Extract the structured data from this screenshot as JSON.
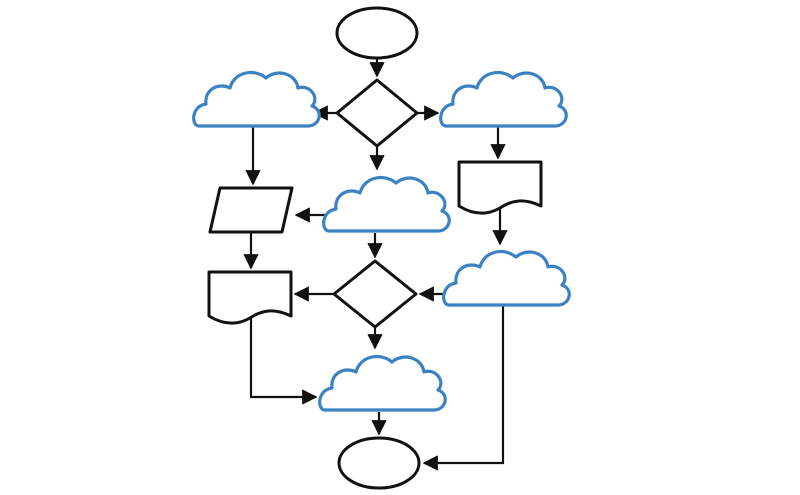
{
  "diagram": {
    "type": "flowchart",
    "colors": {
      "stroke": "#111111",
      "cloud": "#3b82c4",
      "background": "#ffffff"
    },
    "nodes": [
      {
        "id": "start",
        "shape": "ellipse"
      },
      {
        "id": "decision-1",
        "shape": "diamond"
      },
      {
        "id": "cloud-left",
        "shape": "cloud"
      },
      {
        "id": "cloud-right",
        "shape": "cloud"
      },
      {
        "id": "cloud-center",
        "shape": "cloud"
      },
      {
        "id": "parallelogram",
        "shape": "data"
      },
      {
        "id": "document-right",
        "shape": "document"
      },
      {
        "id": "decision-2",
        "shape": "diamond"
      },
      {
        "id": "cloud-right-2",
        "shape": "cloud"
      },
      {
        "id": "document-left",
        "shape": "document"
      },
      {
        "id": "cloud-bottom",
        "shape": "cloud"
      },
      {
        "id": "end",
        "shape": "ellipse"
      }
    ],
    "edges": [
      [
        "start",
        "decision-1"
      ],
      [
        "decision-1",
        "cloud-left"
      ],
      [
        "decision-1",
        "cloud-right"
      ],
      [
        "decision-1",
        "cloud-center"
      ],
      [
        "cloud-left",
        "parallelogram"
      ],
      [
        "cloud-right",
        "document-right"
      ],
      [
        "cloud-center",
        "parallelogram"
      ],
      [
        "cloud-center",
        "decision-2"
      ],
      [
        "document-right",
        "cloud-right-2"
      ],
      [
        "cloud-right-2",
        "decision-2"
      ],
      [
        "parallelogram",
        "document-left"
      ],
      [
        "decision-2",
        "document-left"
      ],
      [
        "decision-2",
        "cloud-bottom"
      ],
      [
        "document-left",
        "cloud-bottom"
      ],
      [
        "cloud-bottom",
        "end"
      ],
      [
        "cloud-right-2",
        "end"
      ]
    ]
  }
}
